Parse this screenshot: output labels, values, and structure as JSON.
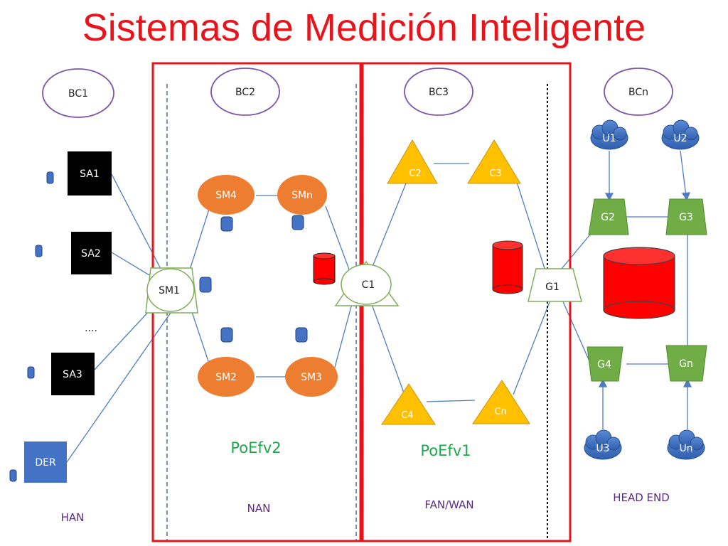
{
  "title": "Sistemas de Medición Inteligente",
  "clusters": [
    "BC1",
    "BC2",
    "BC3",
    "BCn"
  ],
  "han": {
    "zone_label": "HAN",
    "appliances": [
      "SA1",
      "SA2",
      "SA3"
    ],
    "ellipsis": "....",
    "der": "DER"
  },
  "nan": {
    "zone_label": "NAN",
    "meters": [
      "SM1",
      "SM4",
      "SMn",
      "SM2",
      "SM3"
    ],
    "poe_label": "PoEfv2"
  },
  "fan": {
    "zone_label": "FAN/WAN",
    "concentrators": [
      "C1",
      "C2",
      "C3",
      "C4",
      "Cn"
    ],
    "poe_label": "PoEfv1"
  },
  "head_end": {
    "zone_label": "HEAD END",
    "gateways": [
      "G1",
      "G2",
      "G3",
      "G4",
      "Gn"
    ],
    "users": [
      "U1",
      "U2",
      "U3",
      "Un"
    ]
  },
  "colors": {
    "title": "#e8141b",
    "frame": "#e8141b",
    "smart_meter": "#ed7d31",
    "concentrator": "#ffc000",
    "gateway": "#70ad47",
    "user_cloud": "#4472c4",
    "database": "#ff0000",
    "cluster_outline": "#7a57a8",
    "appliance": "#000000",
    "poe_text": "#1fa84a",
    "zone_text": "#5b2a86"
  }
}
